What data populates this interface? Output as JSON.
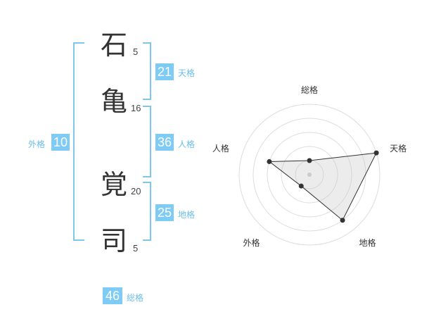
{
  "name_chars": [
    {
      "char": "石",
      "strokes": "5"
    },
    {
      "char": "亀",
      "strokes": "16"
    },
    {
      "char": "覚",
      "strokes": "20"
    },
    {
      "char": "司",
      "strokes": "5"
    }
  ],
  "scores": {
    "tenkaku": {
      "value": "21",
      "label": "天格"
    },
    "jinkaku": {
      "value": "36",
      "label": "人格"
    },
    "chikaku": {
      "value": "25",
      "label": "地格"
    },
    "gaikaku": {
      "value": "10",
      "label": "外格"
    },
    "soukaku": {
      "value": "46",
      "label": "総格"
    }
  },
  "radar": {
    "axes": [
      "総格",
      "天格",
      "地格",
      "外格",
      "人格"
    ],
    "values": [
      1,
      5,
      4,
      1,
      3
    ],
    "max": 5,
    "rings": 5
  }
}
